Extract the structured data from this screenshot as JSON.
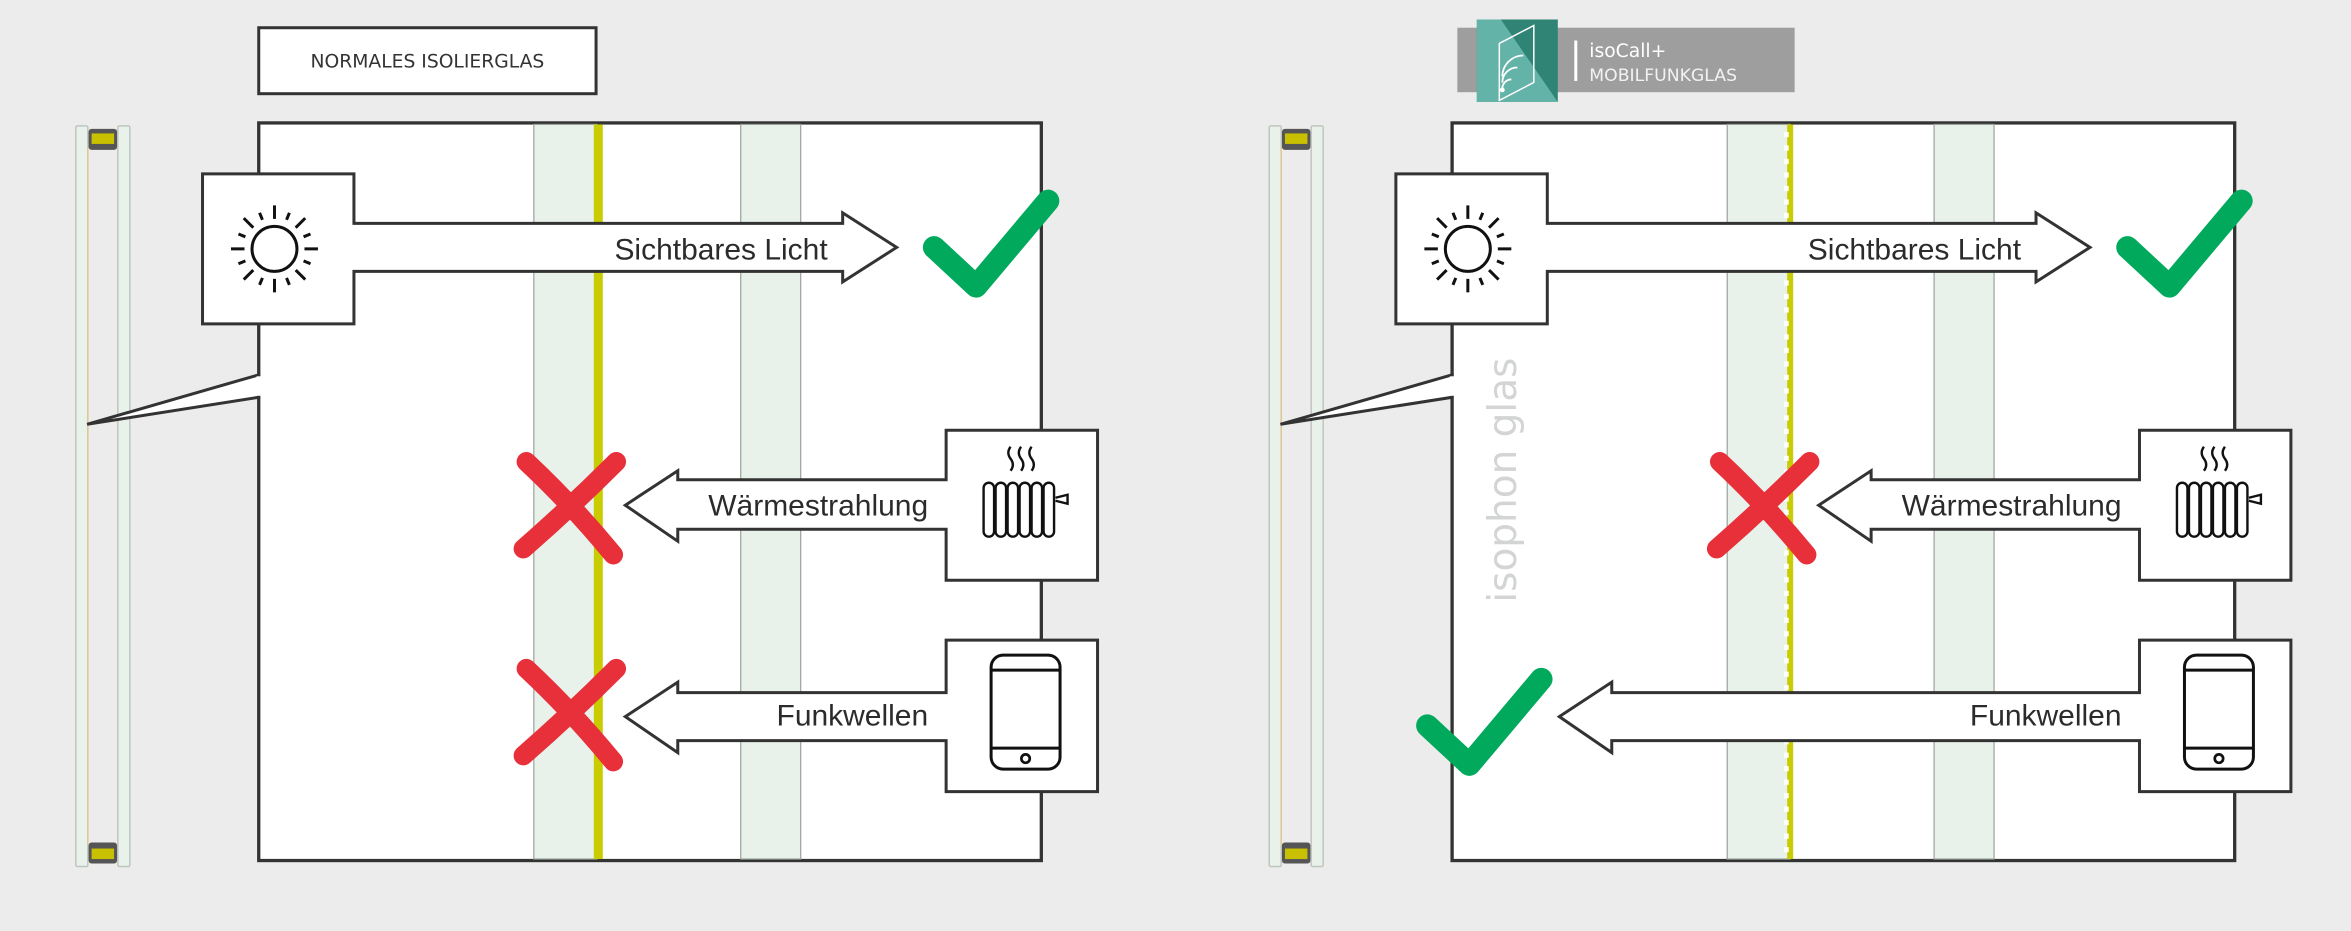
{
  "colors": {
    "background": "#ebeceb",
    "outline": "#333333",
    "glass": "#e8f2ea",
    "coating": "#c8cc00",
    "check": "#00a95c",
    "cross": "#e8303a",
    "brand_teal": "#2f8476",
    "brand_teal_light": "#64b3a8",
    "brand_gray": "#9d9e9d",
    "watermark": "#d3d5d4"
  },
  "panels": [
    {
      "id": "normal",
      "title": "NORMALES ISOLIERGLAS",
      "coating": "solid",
      "rows": [
        {
          "label": "Sichtbares Licht",
          "icon": "sun-icon",
          "direction": "in",
          "result": "check"
        },
        {
          "label": "Wärmestrahlung",
          "icon": "radiator-icon",
          "direction": "out",
          "result": "cross"
        },
        {
          "label": "Funkwellen",
          "icon": "smartphone-icon",
          "direction": "out",
          "result": "cross"
        }
      ]
    },
    {
      "id": "isocall",
      "brand": {
        "name": "isoCall+",
        "subtitle": "MOBILFUNKGLAS"
      },
      "watermark": "isophon glas",
      "coating": "perforated",
      "rows": [
        {
          "label": "Sichtbares Licht",
          "icon": "sun-icon",
          "direction": "in",
          "result": "check"
        },
        {
          "label": "Wärmestrahlung",
          "icon": "radiator-icon",
          "direction": "out",
          "result": "cross"
        },
        {
          "label": "Funkwellen",
          "icon": "smartphone-icon",
          "direction": "out",
          "result": "check"
        }
      ]
    }
  ]
}
